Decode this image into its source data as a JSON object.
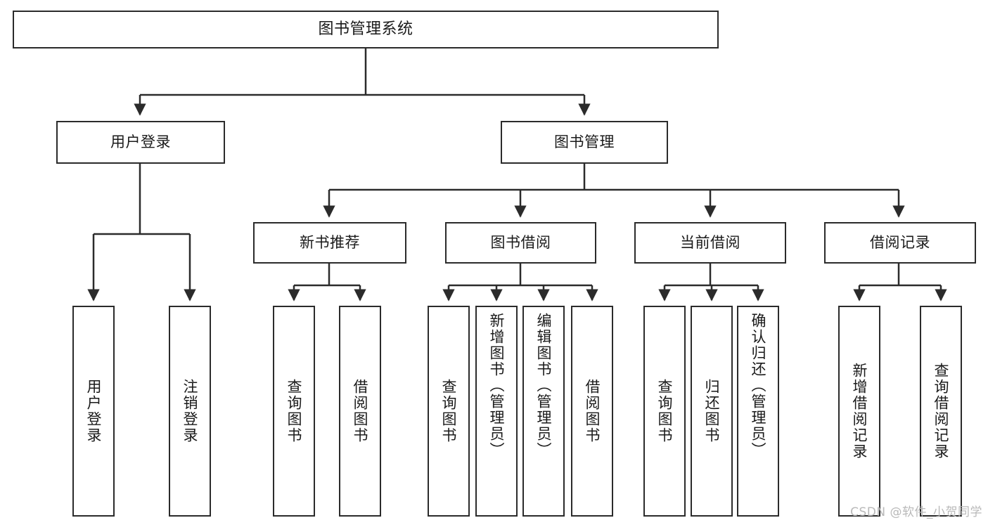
{
  "diagram": {
    "title": "图书管理系统",
    "watermark": "CSDN @软件_小贺同学",
    "colors": {
      "stroke": "#2b2b2b",
      "fill": "#ffffff",
      "text": "#1a1a1a",
      "watermark": "#b9b9b9"
    },
    "nodes": {
      "root": {
        "label": "图书管理系统"
      },
      "level1": [
        {
          "label": "用户登录"
        },
        {
          "label": "图书管理"
        }
      ],
      "level2": [
        {
          "label": "新书推荐"
        },
        {
          "label": "图书借阅"
        },
        {
          "label": "当前借阅"
        },
        {
          "label": "借阅记录"
        }
      ],
      "leaves_user_login": [
        {
          "label": "用户登录"
        },
        {
          "label": "注销登录"
        }
      ],
      "leaves_new_book": [
        {
          "label": "查询图书"
        },
        {
          "label": "借阅图书"
        }
      ],
      "leaves_borrow": [
        {
          "label": "查询图书"
        },
        {
          "label": "新增图书（管理员）"
        },
        {
          "label": "编辑图书（管理员）"
        },
        {
          "label": "借阅图书"
        }
      ],
      "leaves_current": [
        {
          "label": "查询图书"
        },
        {
          "label": "归还图书"
        },
        {
          "label": "确认归还（管理员）"
        }
      ],
      "leaves_records": [
        {
          "label": "新增借阅记录"
        },
        {
          "label": "查询借阅记录"
        }
      ]
    }
  }
}
